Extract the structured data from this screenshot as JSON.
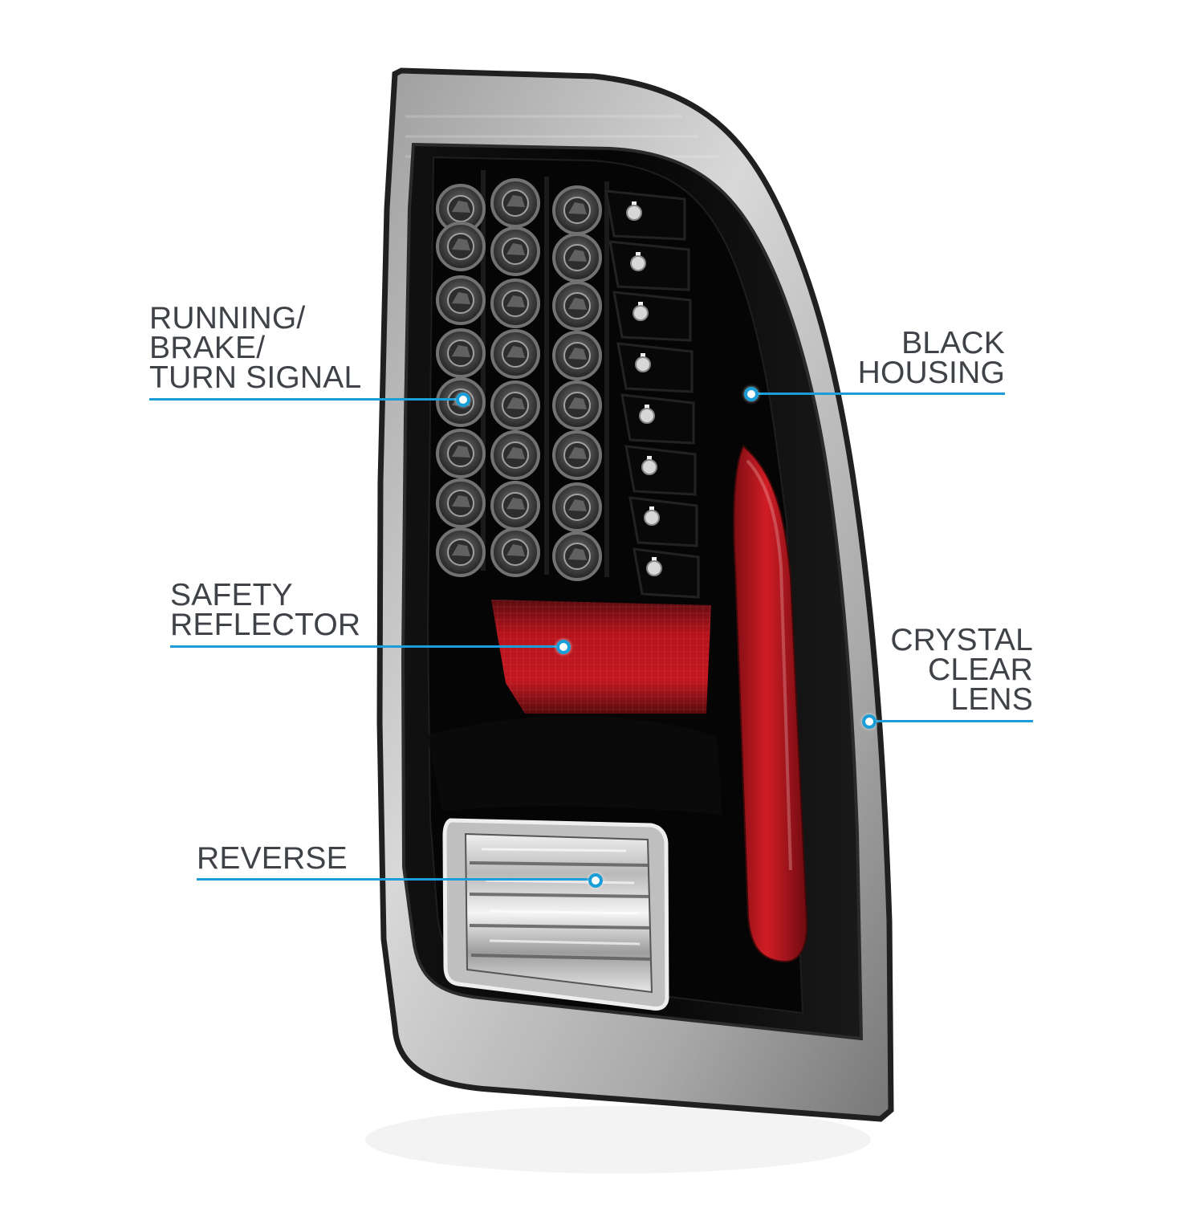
{
  "callouts": {
    "running": {
      "lines": [
        "RUNNING/",
        "BRAKE/",
        "TURN SIGNAL"
      ]
    },
    "safety": {
      "lines": [
        "SAFETY",
        "REFLECTOR"
      ]
    },
    "reverse": {
      "lines": [
        "REVERSE"
      ]
    },
    "housing": {
      "lines": [
        "BLACK",
        "HOUSING"
      ]
    },
    "lens": {
      "lines": [
        "CRYSTAL",
        "CLEAR",
        "LENS"
      ]
    }
  },
  "colors": {
    "accent": "#1b9ed8",
    "label_text": "#3f4348",
    "housing": "#0b0b0b",
    "reflector_red": "#b2121b",
    "lens_gray": "#9b9b9b"
  }
}
